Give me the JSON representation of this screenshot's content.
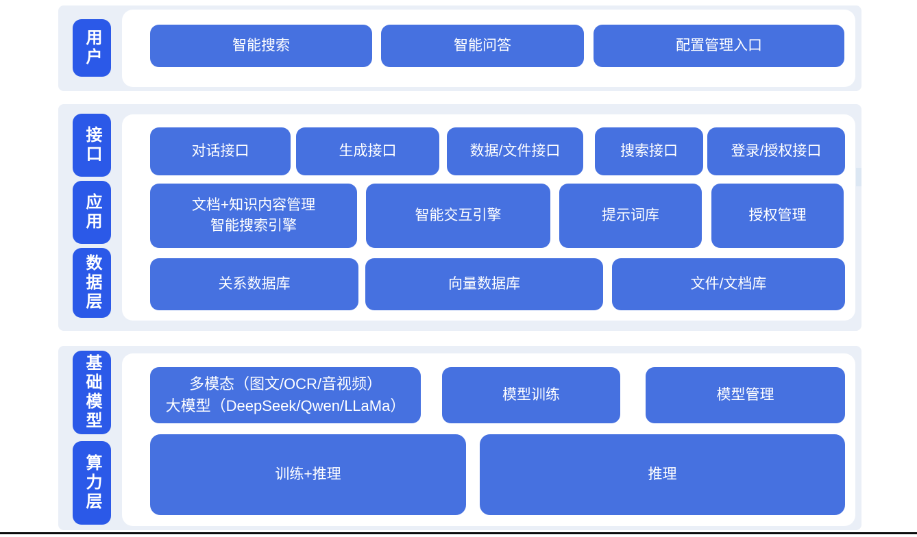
{
  "colors": {
    "band_bg": "#eaeff7",
    "panel_bg": "#ffffff",
    "label_blue": "#2b59e8",
    "block_blue": "#4671e0",
    "text_white": "#ffffff",
    "bottom_rule": "#0c0c0c"
  },
  "layers": {
    "user": {
      "label": "用户",
      "buttons": [
        "智能搜索",
        "智能问答",
        "配置管理入口"
      ]
    },
    "interface": {
      "label": "接口",
      "buttons": [
        "对话接口",
        "生成接口",
        "数据/文件接口",
        "搜索接口",
        "登录/授权接口"
      ]
    },
    "application": {
      "label": "应用",
      "buttons": [
        {
          "line1": "文档+知识内容管理",
          "line2": "智能搜索引擎"
        },
        "智能交互引擎",
        "提示词库",
        "授权管理"
      ]
    },
    "data": {
      "label": "数据层",
      "buttons": [
        "关系数据库",
        "向量数据库",
        "文件/文档库"
      ]
    },
    "foundation_model": {
      "label": "基础模型",
      "buttons": [
        {
          "line1": "多模态（图文/OCR/音视频）",
          "line2": "大模型（DeepSeek/Qwen/LLaMa）"
        },
        "模型训练",
        "模型管理"
      ]
    },
    "compute": {
      "label": "算力层",
      "buttons": [
        "训练+推理",
        "推理"
      ]
    }
  }
}
